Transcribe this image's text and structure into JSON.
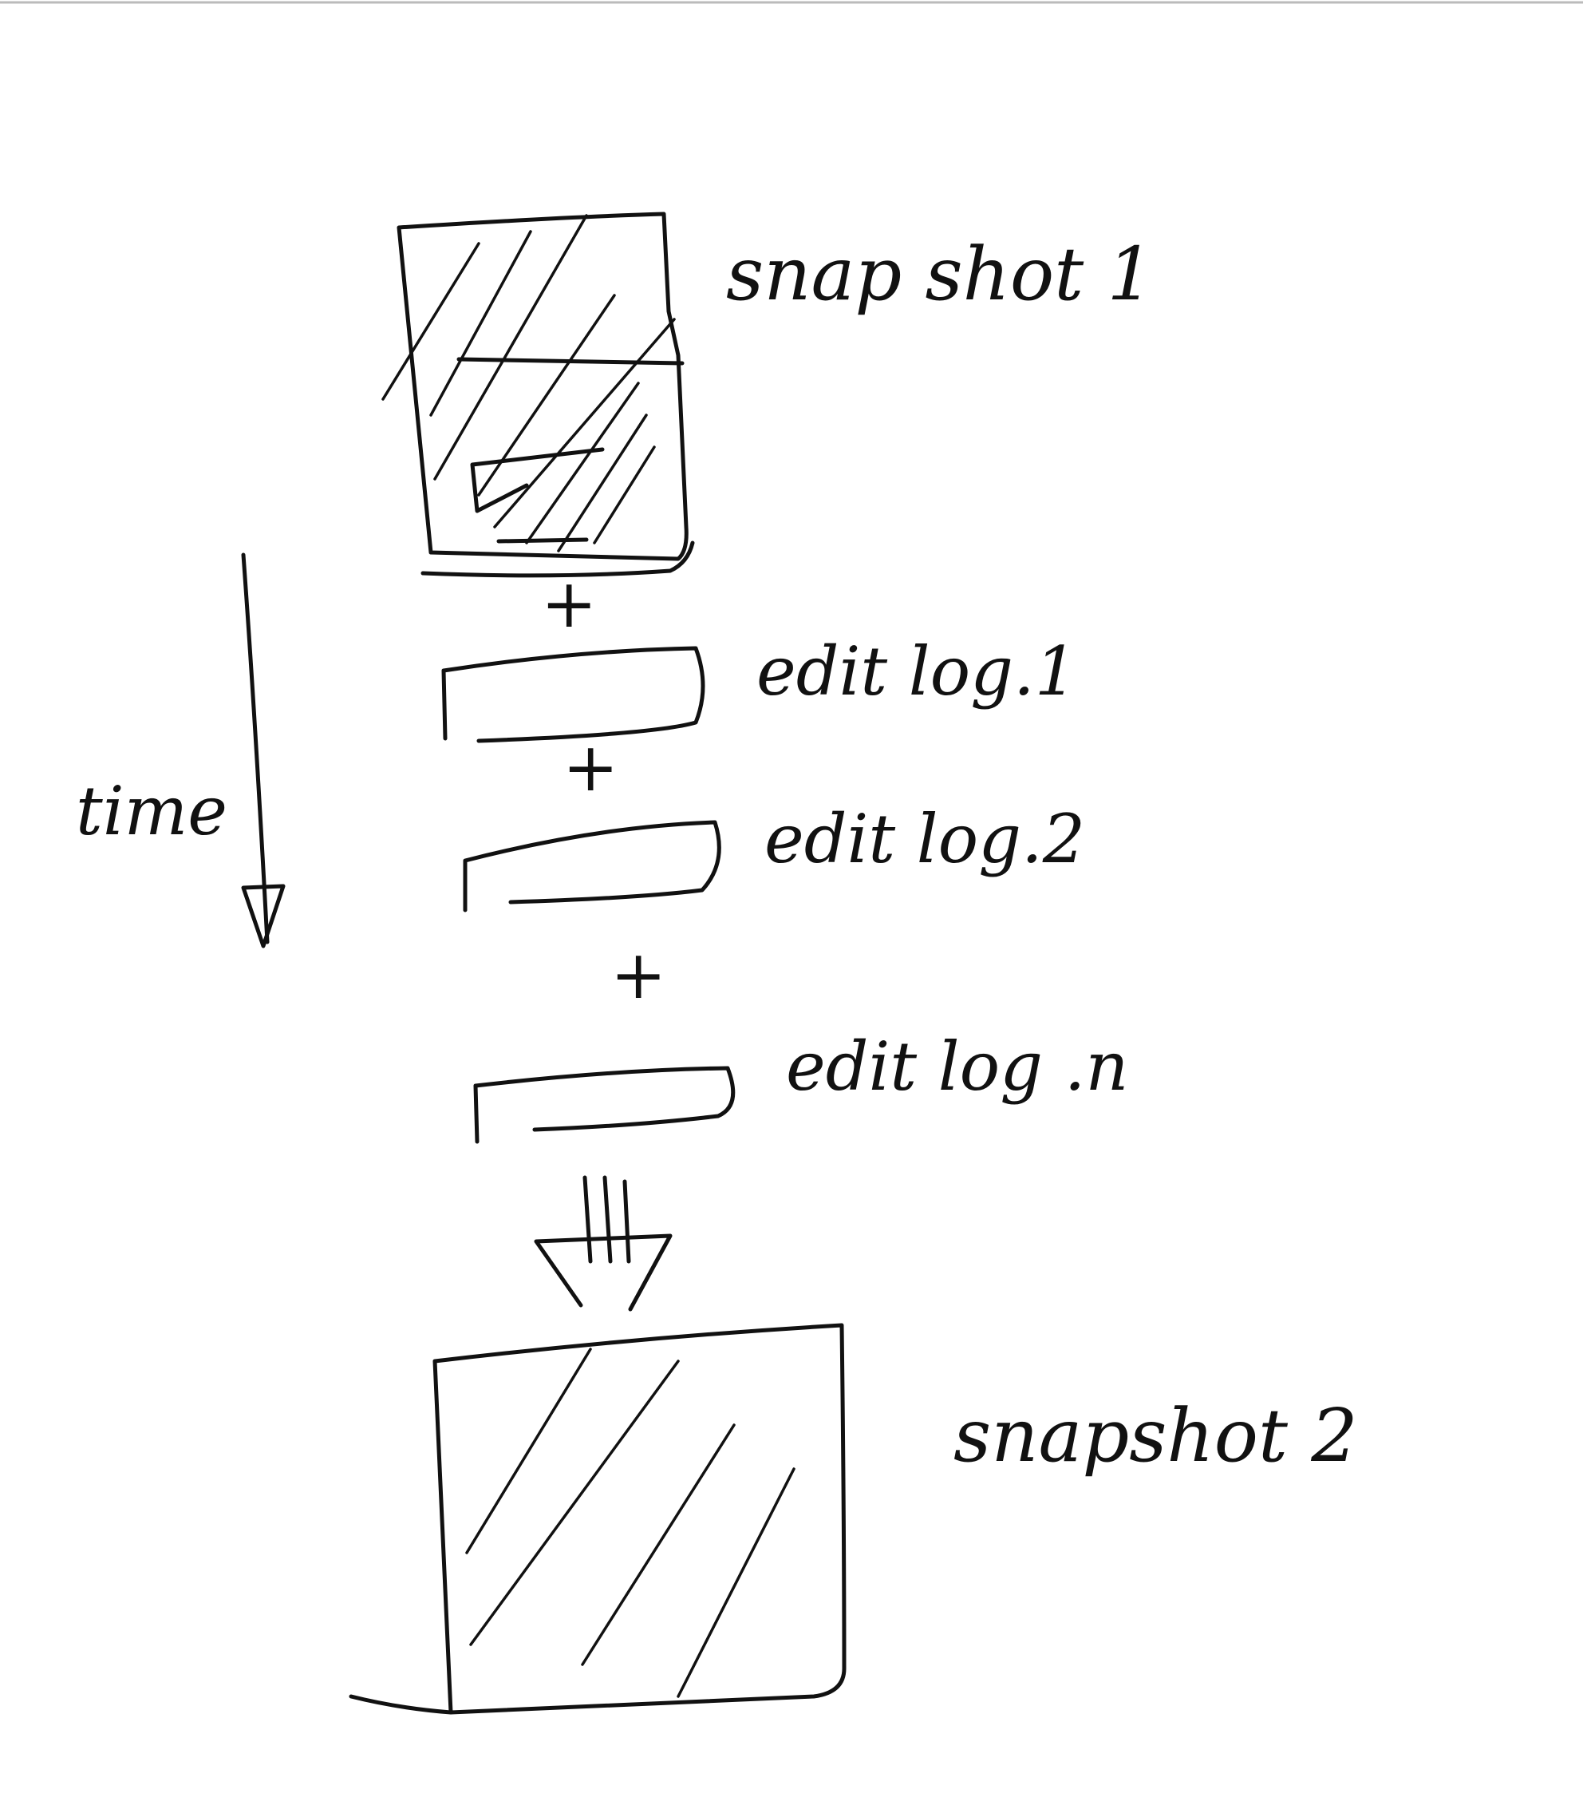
{
  "diagram": {
    "axis_label": "time",
    "plus_sign": "+",
    "nodes": [
      {
        "id": "snapshot-1",
        "label": "snap shot 1"
      },
      {
        "id": "edit-log-1",
        "label": "edit log.1"
      },
      {
        "id": "edit-log-2",
        "label": "edit log.2"
      },
      {
        "id": "edit-log-n",
        "label": "edit log .n"
      },
      {
        "id": "snapshot-2",
        "label": "snapshot 2"
      }
    ],
    "ink_color": "#111111",
    "background_color": "#ffffff"
  }
}
